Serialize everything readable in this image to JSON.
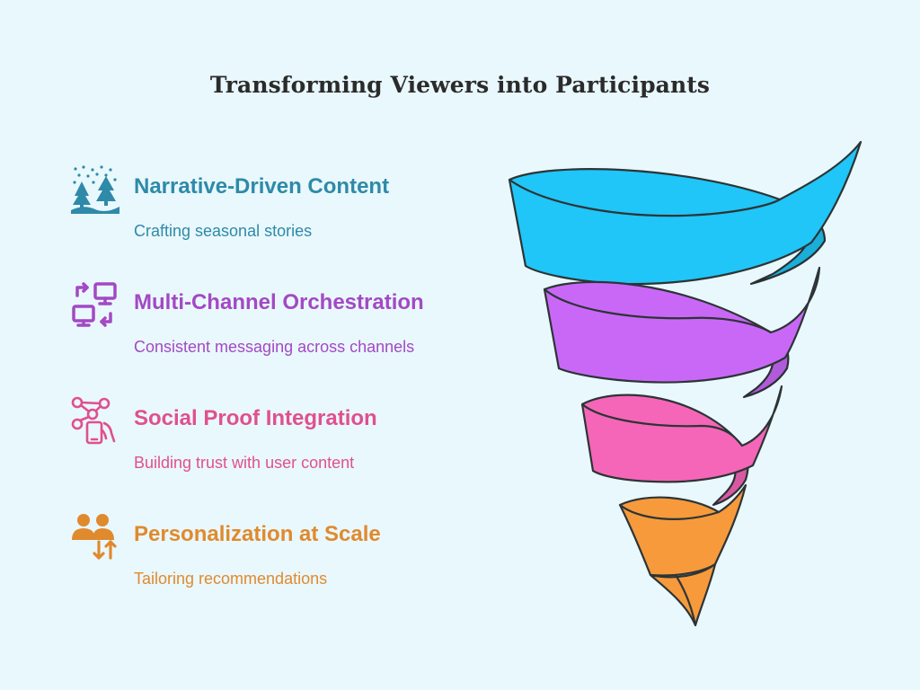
{
  "title": "Transforming Viewers into Participants",
  "items": [
    {
      "heading": "Narrative-Driven Content",
      "description": "Crafting seasonal stories",
      "color": "#2e8aa8",
      "icon": "winter-trees-icon"
    },
    {
      "heading": "Multi-Channel Orchestration",
      "description": "Consistent messaging across channels",
      "color": "#a349c4",
      "icon": "multi-device-sync-icon"
    },
    {
      "heading": "Social Proof Integration",
      "description": "Building trust with user content",
      "color": "#e0508f",
      "icon": "social-network-phone-icon"
    },
    {
      "heading": "Personalization at Scale",
      "description": "Tailoring recommendations",
      "color": "#e08a2e",
      "icon": "users-sort-icon"
    }
  ],
  "funnel_colors": {
    "band1": "#1fc6f7",
    "band2": "#c968f7",
    "band3": "#f566b8",
    "band4": "#f79a3b",
    "outline": "#2d3436",
    "back_shade": "#000000"
  }
}
